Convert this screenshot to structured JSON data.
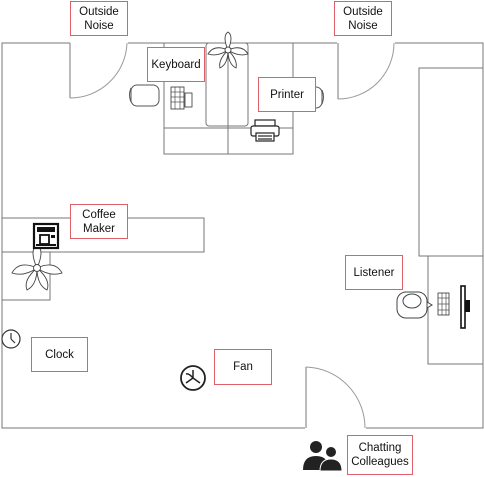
{
  "labels": {
    "outside_noise_left": "Outside\nNoise",
    "outside_noise_right": "Outside\nNoise",
    "keyboard": "Keyboard",
    "printer": "Printer",
    "coffee_maker": "Coffee\nMaker",
    "listener": "Listener",
    "clock": "Clock",
    "fan": "Fan",
    "chatting_colleagues": "Chatting\nColleagues"
  },
  "colors": {
    "wall": "#777777",
    "label_border": "#e0606a",
    "icon_dark": "#222222"
  },
  "icons": [
    "potted-plant-icon",
    "office-chair-icon",
    "keyboard-icon",
    "printer-icon",
    "coffee-maker-icon",
    "clock-icon",
    "fan-icon",
    "people-icon",
    "monitor-icon"
  ]
}
